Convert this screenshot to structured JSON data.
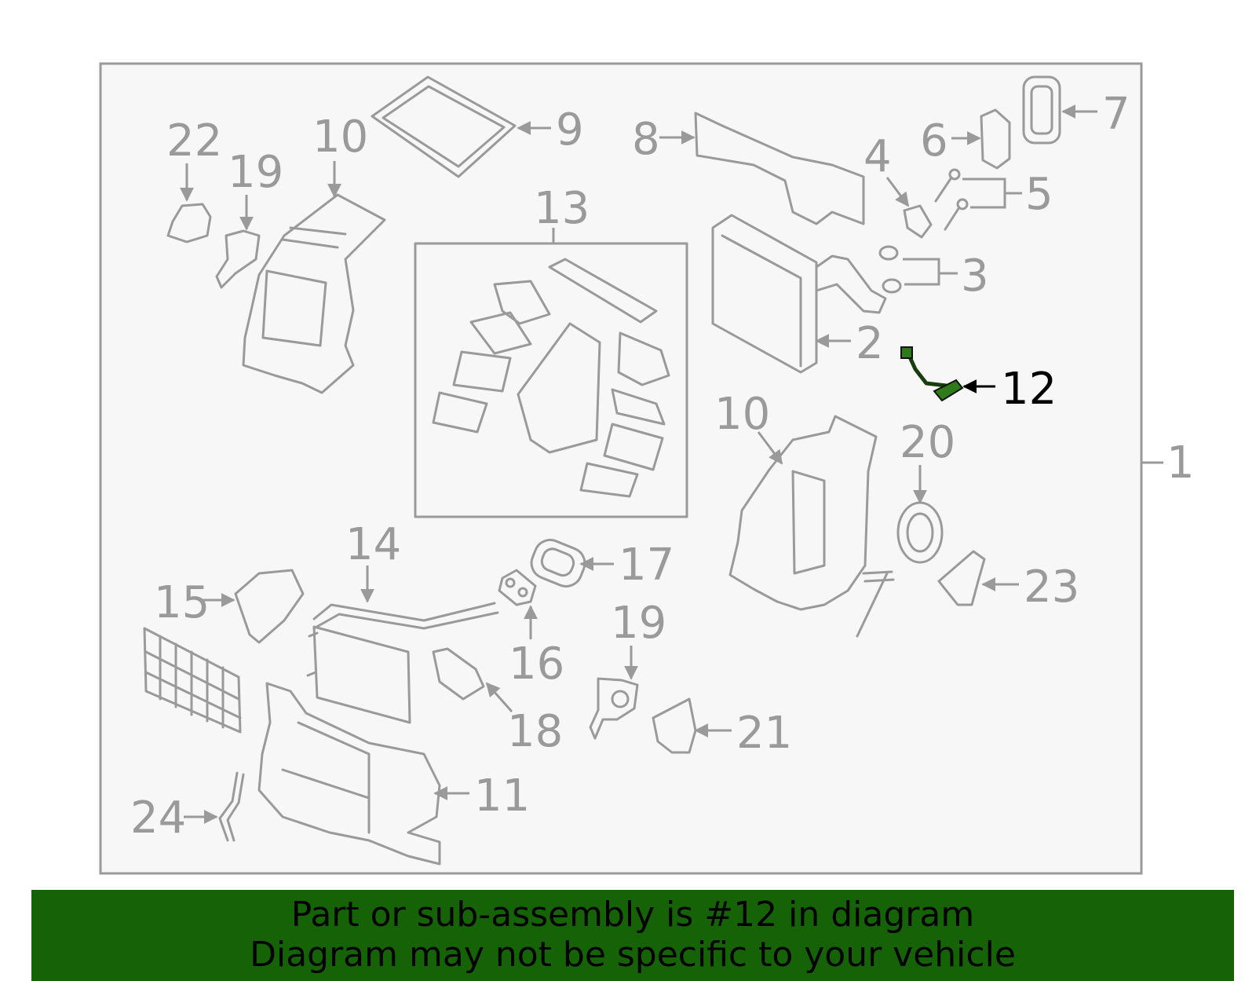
{
  "diagram": {
    "callouts": {
      "c1": "1",
      "c2": "2",
      "c3": "3",
      "c4": "4",
      "c5": "5",
      "c6": "6",
      "c7": "7",
      "c8": "8",
      "c9": "9",
      "c10a": "10",
      "c10b": "10",
      "c11": "11",
      "c12": "12",
      "c13": "13",
      "c14": "14",
      "c15": "15",
      "c16": "16",
      "c17": "17",
      "c18": "18",
      "c19a": "19",
      "c19b": "19",
      "c20": "20",
      "c21": "21",
      "c22": "22",
      "c23": "23",
      "c24": "24"
    },
    "highlighted_part": "12",
    "colors": {
      "lineart": "#9a9a9a",
      "highlight": "#2f7a1a",
      "banner": "#156306",
      "frame_fill": "#f7f7f7"
    }
  },
  "banner": {
    "line1": "Part or sub-assembly is #12 in diagram",
    "line2": "Diagram may not be specific to your vehicle"
  }
}
